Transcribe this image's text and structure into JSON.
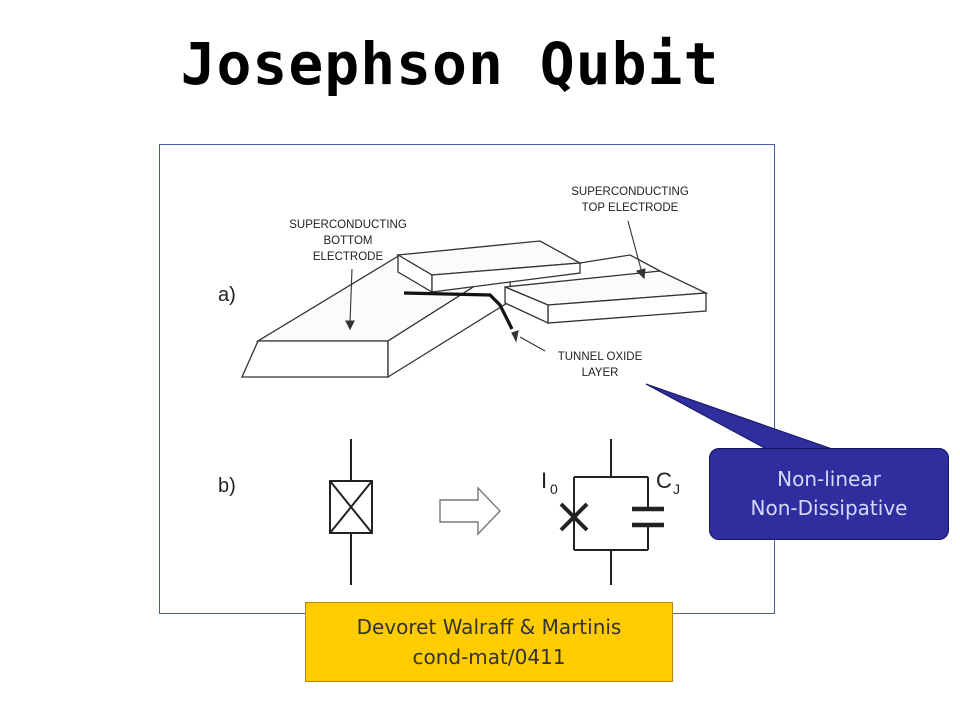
{
  "slide": {
    "title": "Josephson Qubit"
  },
  "figure": {
    "panel_a_label": "a)",
    "panel_b_label": "b)",
    "bottom_electrode_label": [
      "SUPERCONDUCTING",
      "BOTTOM",
      "ELECTRODE"
    ],
    "top_electrode_label": [
      "SUPERCONDUCTING",
      "TOP ELECTRODE"
    ],
    "oxide_label": [
      "TUNNEL OXIDE",
      "LAYER"
    ],
    "critical_current_symbol": "I",
    "critical_current_subscript": "0",
    "capacitance_symbol": "C",
    "capacitance_subscript": "J"
  },
  "callout": {
    "line1": "Non-linear",
    "line2": "Non-Dissipative",
    "color": "#2e2e9e"
  },
  "citation": {
    "line1": "Devoret Walraff & Martinis",
    "line2": "cond-mat/0411",
    "color": "#ffcc00"
  }
}
